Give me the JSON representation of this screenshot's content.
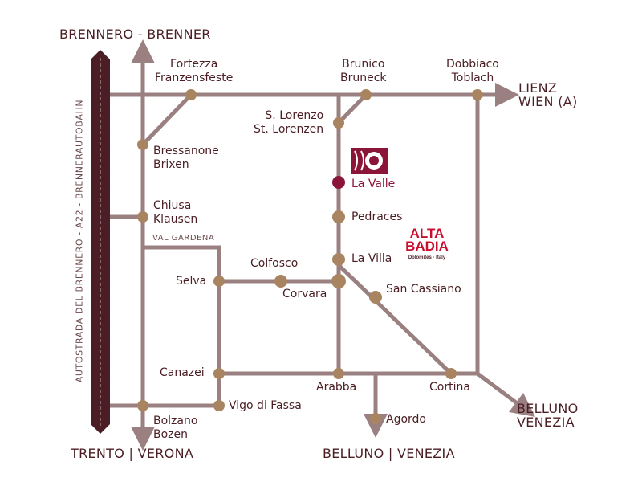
{
  "colors": {
    "road": "#9b8082",
    "stop": "#a98461",
    "highway": "#4a1e24",
    "highlight": "#8b1538",
    "text": "#4a1e24"
  },
  "directions": {
    "north": "BRENNERO - BRENNER",
    "south_west": "TRENTO | VERONA",
    "south": "BELLUNO | VENEZIA",
    "east": [
      "LIENZ",
      "WIEN (A)"
    ],
    "south_east": [
      "BELLUNO",
      "VENEZIA"
    ]
  },
  "highway_label": "AUTOSTRADA DEL BRENNERO - A22 - BRENNERAUTOBAHN",
  "valley_label": "VAL GARDENA",
  "places": {
    "fortezza": [
      "Fortezza",
      "Franzensfeste"
    ],
    "brunico": [
      "Brunico",
      "Bruneck"
    ],
    "dobbiaco": [
      "Dobbiaco",
      "Toblach"
    ],
    "s_lorenzo": [
      "S. Lorenzo",
      "St. Lorenzen"
    ],
    "bressanone": [
      "Bressanone",
      "Brixen"
    ],
    "chiusa": [
      "Chiusa",
      "Klausen"
    ],
    "la_valle": "La Valle",
    "pedraces": "Pedraces",
    "la_villa": "La Villa",
    "colfosco": "Colfosco",
    "selva": "Selva",
    "corvara": "Corvara",
    "san_cassiano": "San Cassiano",
    "canazei": "Canazei",
    "arabba": "Arabba",
    "cortina": "Cortina",
    "vigo": "Vigo di Fassa",
    "bolzano": [
      "Bolzano",
      "Bozen"
    ],
    "agordo": "Agordo"
  },
  "logos": {
    "alta_badia": [
      "ALTA",
      "BADIA",
      "Dolomites · Italy"
    ]
  }
}
